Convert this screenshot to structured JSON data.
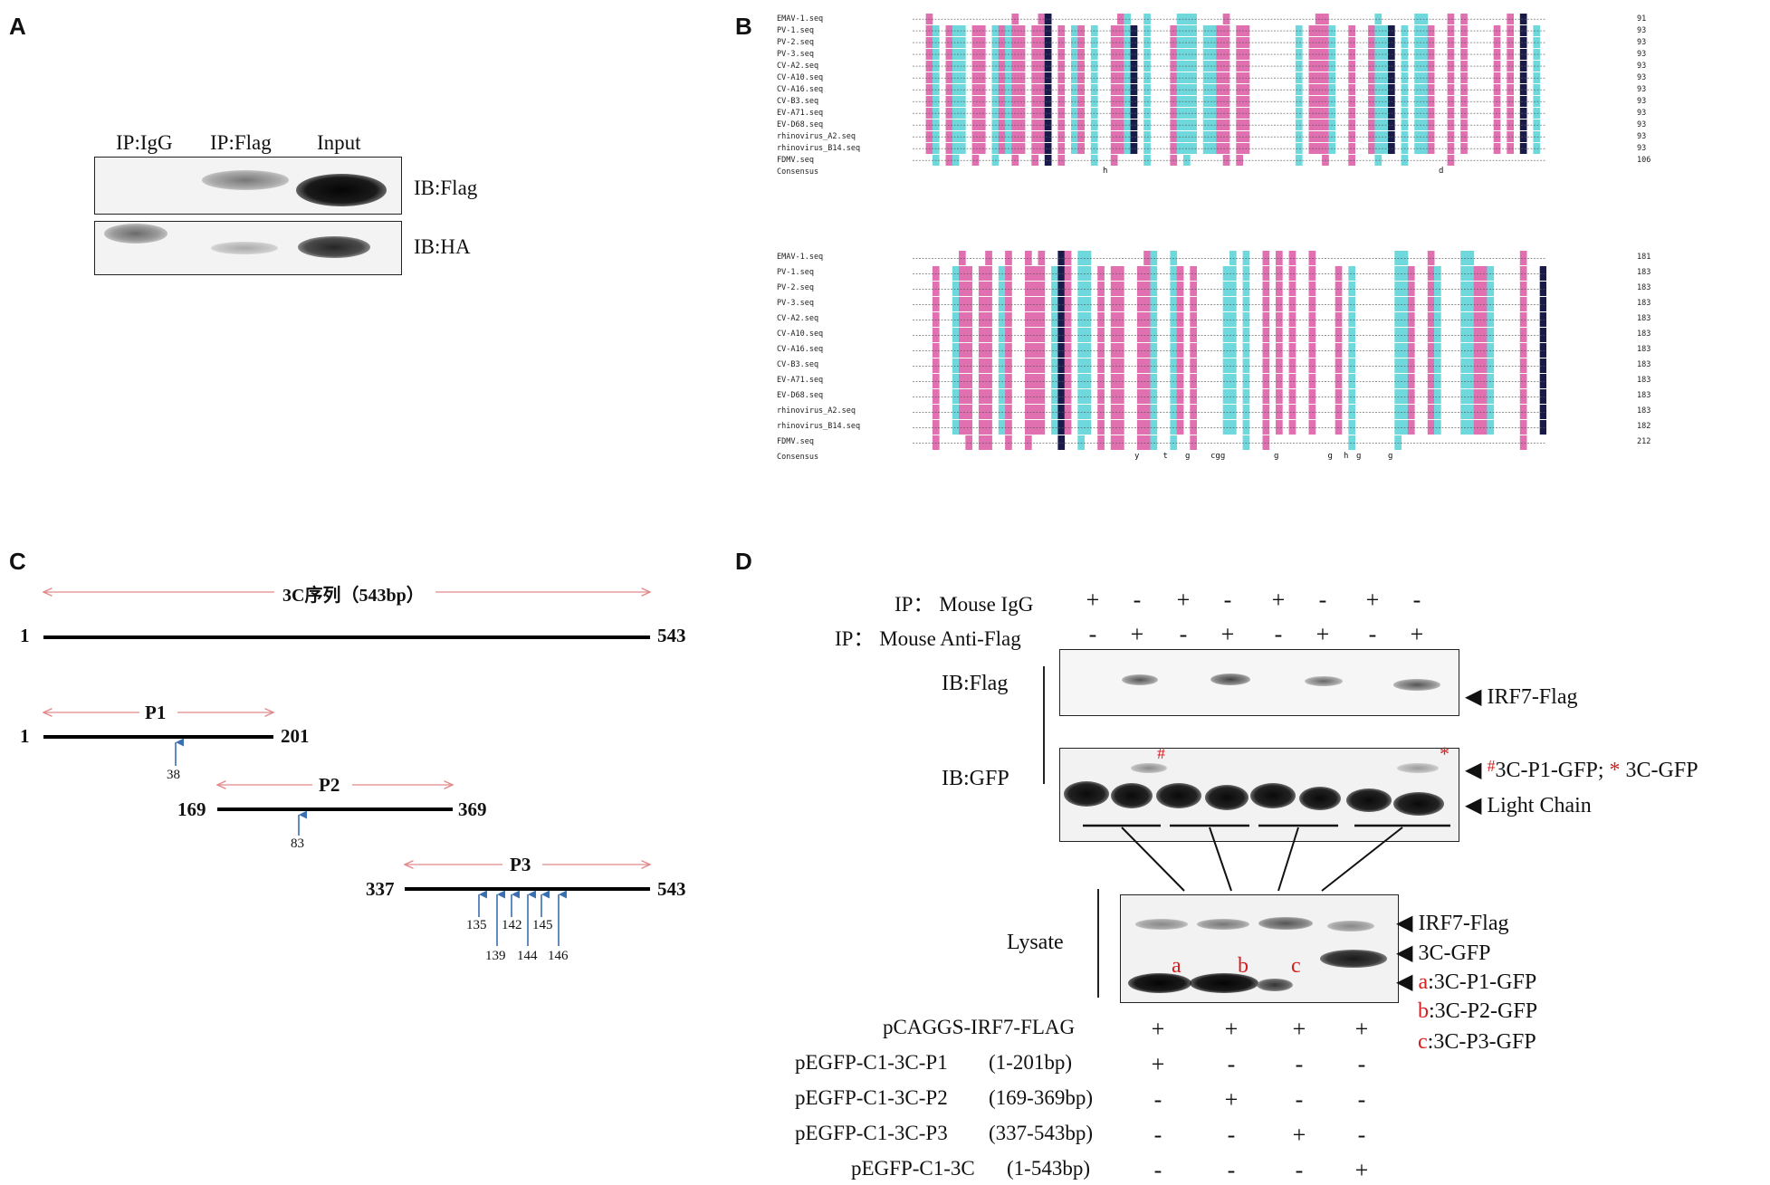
{
  "panels": {
    "A": "A",
    "B": "B",
    "C": "C",
    "D": "D"
  },
  "panelA": {
    "lanes": [
      "IP:IgG",
      "IP:Flag",
      "Input"
    ],
    "rows": [
      "IB:Flag",
      "IB:HA"
    ]
  },
  "panelB": {
    "block1": {
      "names": [
        "EMAV-1.seq",
        "PV-1.seq",
        "PV-2.seq",
        "PV-3.seq",
        "CV-A2.seq",
        "CV-A10.seq",
        "CV-A16.seq",
        "CV-B3.seq",
        "EV-A71.seq",
        "EV-D68.seq",
        "rhinovirus_A2.seq",
        "rhinovirus_B14.seq",
        "FDMV.seq",
        "Consensus"
      ],
      "ends": [
        "91",
        "93",
        "93",
        "93",
        "93",
        "93",
        "93",
        "93",
        "93",
        "93",
        "93",
        "93",
        "106",
        ""
      ],
      "consensus": [
        {
          "pos": 0.3,
          "ch": "h"
        },
        {
          "pos": 0.83,
          "ch": "d"
        }
      ]
    },
    "block2": {
      "names": [
        "EMAV-1.seq",
        "PV-1.seq",
        "PV-2.seq",
        "PV-3.seq",
        "CV-A2.seq",
        "CV-A10.seq",
        "CV-A16.seq",
        "CV-B3.seq",
        "EV-A71.seq",
        "EV-D68.seq",
        "rhinovirus_A2.seq",
        "rhinovirus_B14.seq",
        "FDMV.seq",
        "Consensus"
      ],
      "ends": [
        "181",
        "183",
        "183",
        "183",
        "183",
        "183",
        "183",
        "183",
        "183",
        "183",
        "183",
        "182",
        "212",
        ""
      ],
      "consensus": [
        {
          "pos": 0.35,
          "ch": "y"
        },
        {
          "pos": 0.395,
          "ch": "t"
        },
        {
          "pos": 0.43,
          "ch": "g"
        },
        {
          "pos": 0.47,
          "ch": "cgg"
        },
        {
          "pos": 0.57,
          "ch": "g"
        },
        {
          "pos": 0.655,
          "ch": "g"
        },
        {
          "pos": 0.68,
          "ch": "h"
        },
        {
          "pos": 0.7,
          "ch": "g"
        },
        {
          "pos": 0.75,
          "ch": "g"
        }
      ]
    }
  },
  "panelC": {
    "full": {
      "label": "3C序列（543bp）",
      "start": "1",
      "end": "543"
    },
    "p1": {
      "label": "P1",
      "start": "1",
      "end": "201",
      "sites": [
        "38"
      ]
    },
    "p2": {
      "label": "P2",
      "start": "169",
      "end": "369",
      "sites": [
        "83"
      ]
    },
    "p3": {
      "label": "P3",
      "start": "337",
      "end": "543",
      "sites_top": [
        "135",
        "142",
        "145"
      ],
      "sites_bottom": [
        "139",
        "144",
        "146"
      ]
    }
  },
  "panelD": {
    "ip_rows": [
      {
        "label": "IP： Mouse IgG",
        "signs": [
          "+",
          "-",
          "+",
          "-",
          "+",
          "-",
          "+",
          "-"
        ]
      },
      {
        "label": "IP： Mouse Anti-Flag",
        "signs": [
          "-",
          "+",
          "-",
          "+",
          "-",
          "+",
          "-",
          "+"
        ]
      }
    ],
    "ib_flag": "IB:Flag",
    "ib_gfp": "IB:GFP",
    "lysate": "Lysate",
    "right_labels": {
      "irf7_flag": "IRF7-Flag",
      "hash": "#",
      "p1_gfp": "3C-P1-GFP; ",
      "star": "*",
      "c_gfp": " 3C-GFP",
      "light_chain": "Light Chain",
      "lys_irf7": "IRF7-Flag",
      "lys_3c": "3C-GFP",
      "a_key": "a",
      "a_text": ":3C-P1-GFP",
      "b_key": "b",
      "b_text": ":3C-P2-GFP",
      "c_key": "c",
      "c_text": ":3C-P3-GFP"
    },
    "marks": {
      "hash": "#",
      "star": "*",
      "a": "a",
      "b": "b",
      "c": "c"
    },
    "construct_rows": [
      {
        "name": "pCAGGS-IRF7-FLAG",
        "range": "",
        "signs": [
          "+",
          "+",
          "+",
          "+"
        ]
      },
      {
        "name": "pEGFP-C1-3C-P1",
        "range": "(1-201bp)",
        "signs": [
          "+",
          "-",
          "-",
          "-"
        ]
      },
      {
        "name": "pEGFP-C1-3C-P2",
        "range": "(169-369bp)",
        "signs": [
          "-",
          "+",
          "-",
          "-"
        ]
      },
      {
        "name": "pEGFP-C1-3C-P3",
        "range": "(337-543bp)",
        "signs": [
          "-",
          "-",
          "+",
          "-"
        ]
      },
      {
        "name": "pEGFP-C1-3C",
        "range": "(1-543bp)",
        "signs": [
          "-",
          "-",
          "-",
          "+"
        ]
      }
    ]
  },
  "colors": {
    "magenta": "#e070b0",
    "cyan": "#6fd8dc",
    "navy": "#1a1a4a",
    "arrow": "#f0a0a0",
    "site": "#3a6fb0",
    "red": "#d42020"
  }
}
